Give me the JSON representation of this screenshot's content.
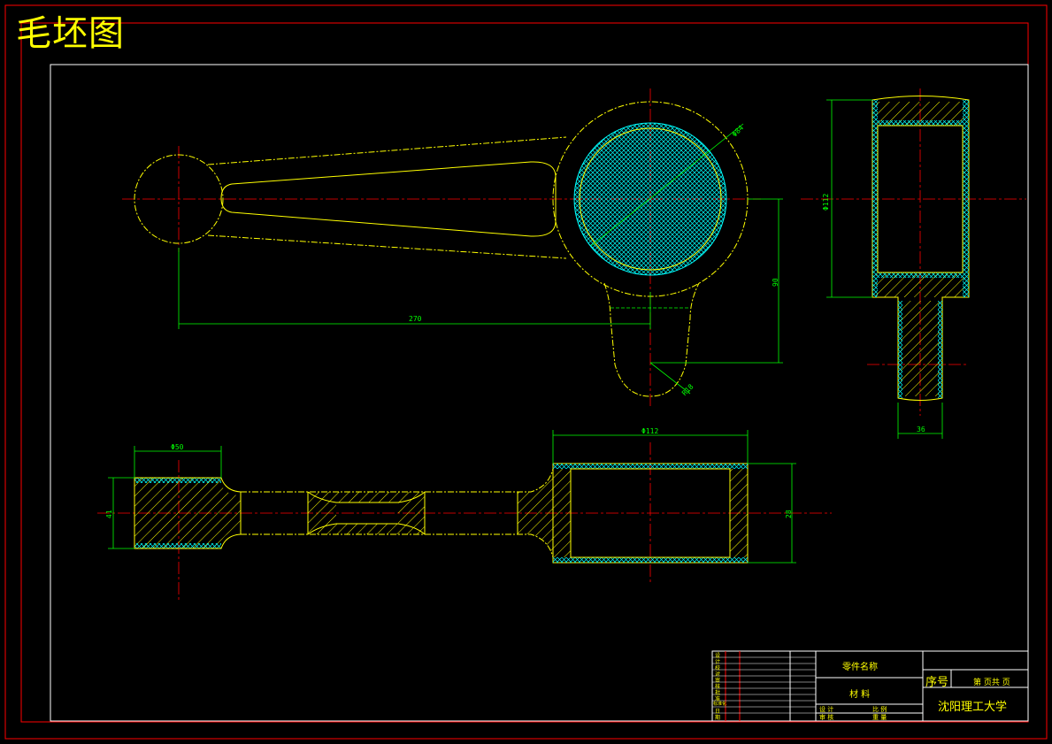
{
  "drawing": {
    "title": "毛坯图",
    "dimensions": {
      "big_bore_dia": "Φ84",
      "center_distance": "270",
      "boss_height": "90",
      "boss_radius": "R18",
      "side_height": "Φ112",
      "shank_width": "36",
      "small_end_dia": "Φ50",
      "small_end_height": "41",
      "big_end_width": "Φ112",
      "big_end_height": "28"
    }
  },
  "title_block": {
    "part_name_label": "零件名称",
    "material_label": "材  料",
    "serial_label": "序号",
    "sheet_info": "第  页共  页",
    "school": "沈阳理工大学",
    "row_labels": [
      "设",
      "计",
      "校",
      "对",
      "审",
      "核",
      "批",
      "准",
      "标准化",
      "日",
      "期"
    ],
    "approve_labels": [
      "设  计",
      "审  核",
      "比  例",
      "重  量"
    ]
  },
  "colors": {
    "outline": "#ffff00",
    "centerline": "#ff0000",
    "dimension": "#00ff00",
    "hatch": "#00ffff",
    "frame": "#ffffff",
    "border": "#ff0000"
  }
}
